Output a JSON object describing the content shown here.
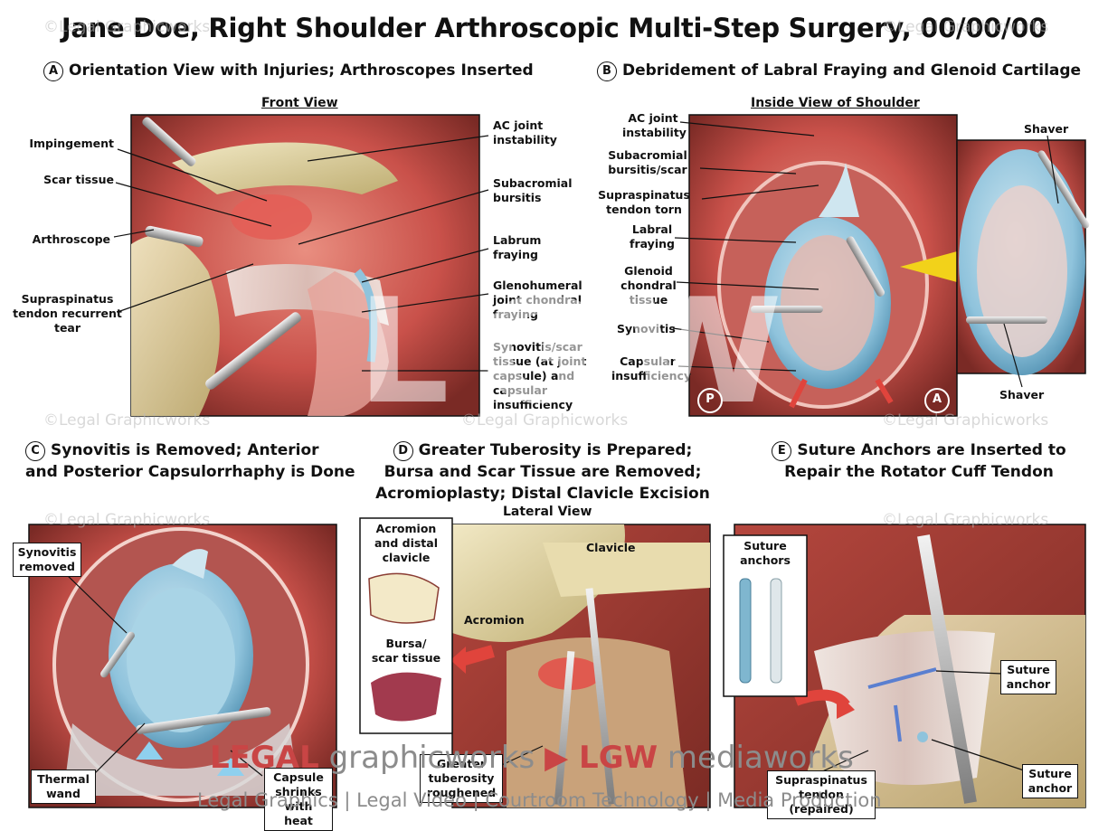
{
  "title": "Jane Doe, Right Shoulder Arthroscopic Multi-Step Surgery, 00/00/00",
  "panels": {
    "a": {
      "badge": "A",
      "heading": "Orientation View with Injuries; Arthroscopes Inserted",
      "view": "Front View",
      "labels": {
        "impingement": "Impingement",
        "scar_tissue": "Scar tissue",
        "arthroscope": "Arthroscope",
        "supraspinatus": "Supraspinatus\ntendon recurrent\ntear",
        "ac_joint": "AC joint\ninstability",
        "subacromial": "Subacromial\nbursitis",
        "labrum": "Labrum\nfraying",
        "glenohumeral": "Glenohumeral\njoint chondral\nfraying",
        "synovitis": "Synovitis/scar\ntissue (at joint\ncapsule) and\ncapsular\ninsufficiency"
      }
    },
    "b": {
      "badge": "B",
      "heading": "Debridement of Labral Fraying and Glenoid Cartilage",
      "view": "Inside View of Shoulder",
      "labels": {
        "ac_joint": "AC joint\ninstability",
        "subacromial": "Subacromial\nbursitis/scar",
        "supraspinatus": "Supraspinatus\ntendon torn",
        "labral": "Labral\nfraying",
        "glenoid": "Glenoid\nchondral\ntissue",
        "synovitis": "Synovitis",
        "capsular": "Capsular\ninsufficiency",
        "shaver_top": "Shaver",
        "shaver_bottom": "Shaver",
        "marker_p": "P",
        "marker_a": "A"
      }
    },
    "c": {
      "badge": "C",
      "heading_line1": "Synovitis is Removed; Anterior",
      "heading_line2": "and Posterior Capsulorrhaphy is Done",
      "labels": {
        "synovitis_removed": "Synovitis\nremoved",
        "thermal_wand": "Thermal\nwand",
        "capsule_shrinks": "Capsule\nshrinks\nwith heat"
      }
    },
    "d": {
      "badge": "D",
      "heading_line1": "Greater Tuberosity is Prepared;",
      "heading_line2": "Bursa and Scar Tissue are Removed;",
      "heading_line3": "Acromioplasty; Distal Clavicle Excision",
      "view": "Lateral View",
      "labels": {
        "acromion_clavicle": "Acromion\nand distal\nclavicle",
        "bursa": "Bursa/\nscar tissue",
        "clavicle": "Clavicle",
        "acromion": "Acromion",
        "greater_tuberosity": "Greater\ntuberosity\nroughened"
      }
    },
    "e": {
      "badge": "E",
      "heading_line1": "Suture Anchors are Inserted to",
      "heading_line2": "Repair the Rotator Cuff Tendon",
      "labels": {
        "suture_anchors": "Suture\nanchors",
        "suture_anchor_1": "Suture\nanchor",
        "suture_anchor_2": "Suture\nanchor",
        "supraspinatus_repaired": "Supraspinatus\ntendon (repaired)"
      }
    }
  },
  "watermark": {
    "text": "©Legal Graphicworks",
    "center": "LGW"
  },
  "footer": {
    "brand_1": "LEGAL",
    "brand_2": " graphicworks ",
    "brand_3": "▶ LGW",
    "brand_4": " mediaworks",
    "tagline": "Legal Graphics | Legal Video | Courtroom Technology | Media Production"
  },
  "colors": {
    "tissue_red": "#c9514a",
    "cartilage_blue": "#8fc3dc",
    "bone_cream": "#e3d7a8",
    "accent_red": "#c94545",
    "arrow_yellow": "#f2d21a"
  }
}
